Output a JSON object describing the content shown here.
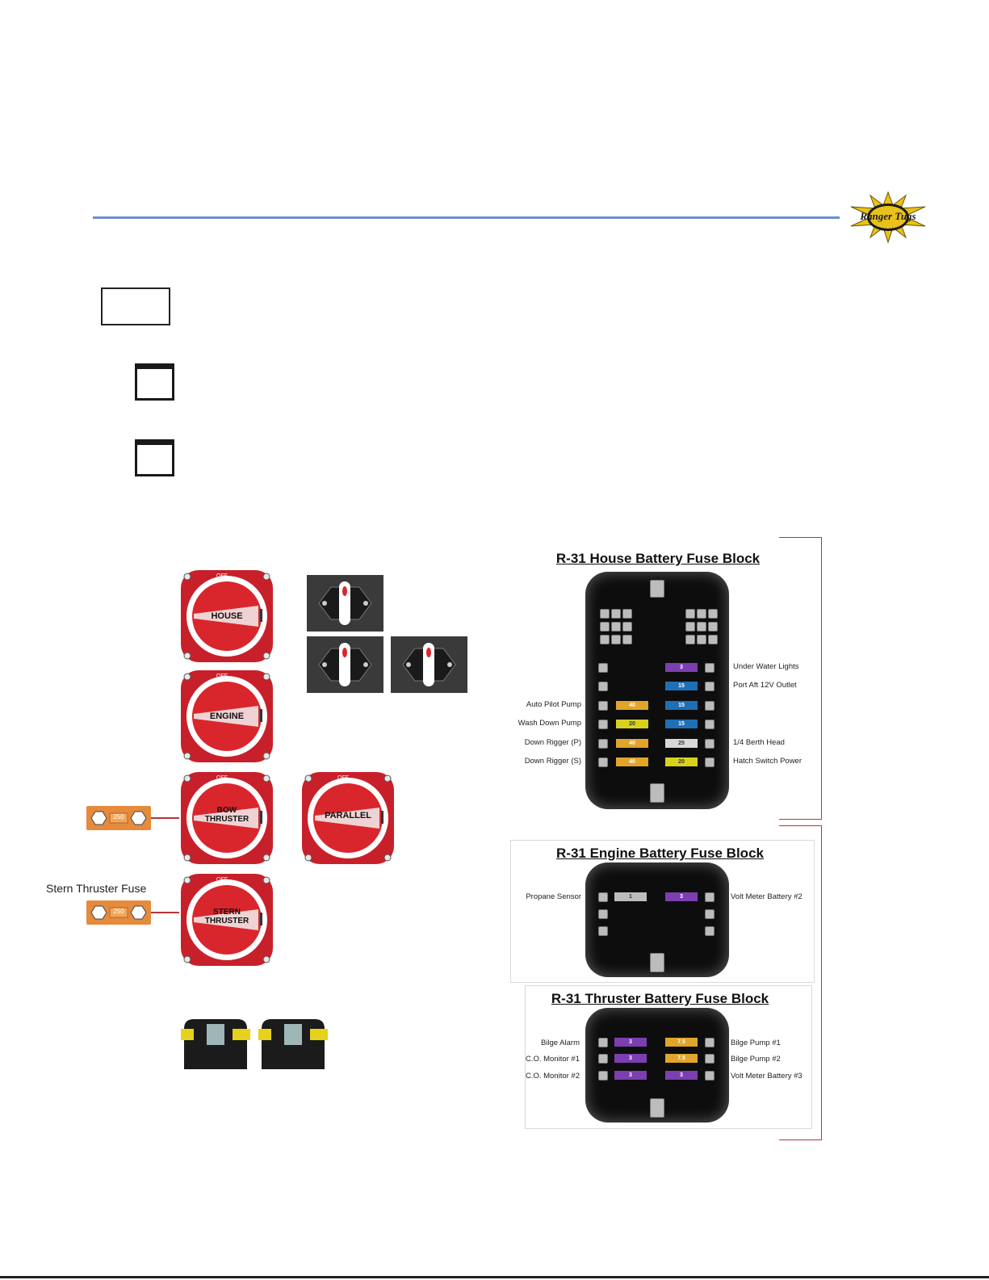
{
  "page": {
    "logo_text": "Ranger Tugs",
    "stern_caption": "Stern Thruster Fuse"
  },
  "switches": [
    {
      "label": "HOUSE",
      "off": "OFF"
    },
    {
      "label": "ENGINE",
      "off": "OFF"
    },
    {
      "label": "BOW THRUSTER",
      "line1": "BOW",
      "line2": "THRUSTER",
      "off": "OFF"
    },
    {
      "label": "PARALLEL",
      "off": "OFF"
    },
    {
      "label": "STERN THRUSTER",
      "line1": "STERN",
      "line2": "THRUSTER",
      "off": "OFF"
    }
  ],
  "inline_fuses": [
    {
      "value": "250"
    },
    {
      "value": "250"
    }
  ],
  "house_block": {
    "title": "R-31 House Battery Fuse Block",
    "left_labels": [
      "Auto Pilot Pump",
      "Wash Down Pump",
      "Down Rigger (P)",
      "Down Rigger (S)"
    ],
    "right_labels": [
      "Under Water Lights",
      "Port Aft 12V Outlet",
      "1/4 Berth Head",
      "Hatch Switch Power"
    ],
    "left_fuses": [
      "40",
      "20",
      "40",
      "40"
    ],
    "right_fuses": [
      "3",
      "15",
      "15",
      "15",
      "25",
      "20"
    ],
    "colors": {
      "purple": "#7b3fb0",
      "blue": "#1f6fb5",
      "amber": "#e0a52a",
      "yellow": "#d8d21e",
      "white": "#d8d8d8"
    }
  },
  "engine_block": {
    "title": "R-31 Engine Battery Fuse Block",
    "left_labels": [
      "Propane Sensor"
    ],
    "right_labels": [
      "Volt Meter Battery #2"
    ],
    "left_fuses": [
      "1"
    ],
    "right_fuses": [
      "3"
    ]
  },
  "thruster_block": {
    "title": "R-31 Thruster Battery Fuse Block",
    "left_labels": [
      "Bilge Alarm",
      "C.O. Monitor #1",
      "C.O. Monitor #2"
    ],
    "right_labels": [
      "Bilge Pump #1",
      "Bilge Pump #2",
      "Volt Meter Battery #3"
    ],
    "left_fuses": [
      "3",
      "3",
      "3"
    ],
    "right_fuses": [
      "7.5",
      "7.5",
      "3"
    ]
  },
  "accents": {
    "switch_red": "#d9262c",
    "rule_blue": "#6b8fd0",
    "bracket_red": "#b8333b",
    "fuse_orange": "#e68a3c"
  }
}
